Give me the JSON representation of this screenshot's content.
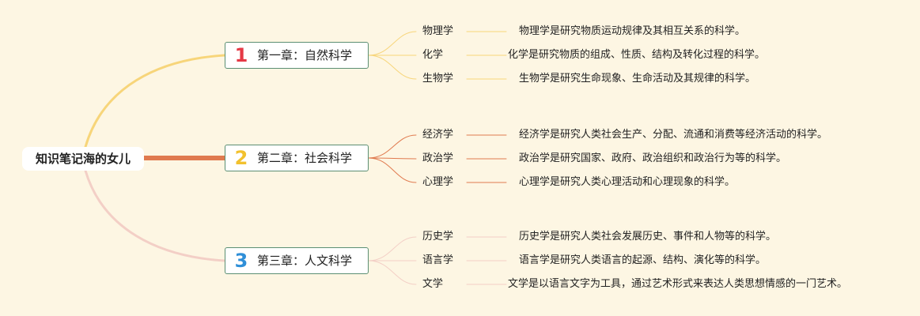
{
  "root": {
    "label": "知识笔记海的女儿"
  },
  "chapters": [
    {
      "number": "1",
      "number_color": "#e53945",
      "label": "第一章：自然科学",
      "branch_color": "#f7d57a",
      "items": [
        {
          "name": "物理学",
          "desc": "物理学是研究物质运动规律及其相互关系的科学。"
        },
        {
          "name": "化学",
          "desc": "化学是研究物质的组成、性质、结构及转化过程的科学。"
        },
        {
          "name": "生物学",
          "desc": "生物学是研究生命现象、生命活动及其规律的科学。"
        }
      ]
    },
    {
      "number": "2",
      "number_color": "#f2c12e",
      "label": "第二章：社会科学",
      "branch_color": "#e07a4f",
      "items": [
        {
          "name": "经济学",
          "desc": "经济学是研究人类社会生产、分配、流通和消费等经济活动的科学。"
        },
        {
          "name": "政治学",
          "desc": "政治学是研究国家、政府、政治组织和政治行为等的科学。"
        },
        {
          "name": "心理学",
          "desc": "心理学是研究人类心理活动和心理现象的科学。"
        }
      ]
    },
    {
      "number": "3",
      "number_color": "#2f8fd8",
      "label": "第三章：人文科学",
      "branch_color": "#f3cfc6",
      "items": [
        {
          "name": "历史学",
          "desc": "历史学是研究人类社会发展历史、事件和人物等的科学。"
        },
        {
          "name": "语言学",
          "desc": "语言学是研究人类语言的起源、结构、演化等的科学。"
        },
        {
          "name": "文学",
          "desc": "文学是以语言文字为工具，通过艺术形式来表达人类思想情感的一门艺术。"
        }
      ]
    }
  ]
}
